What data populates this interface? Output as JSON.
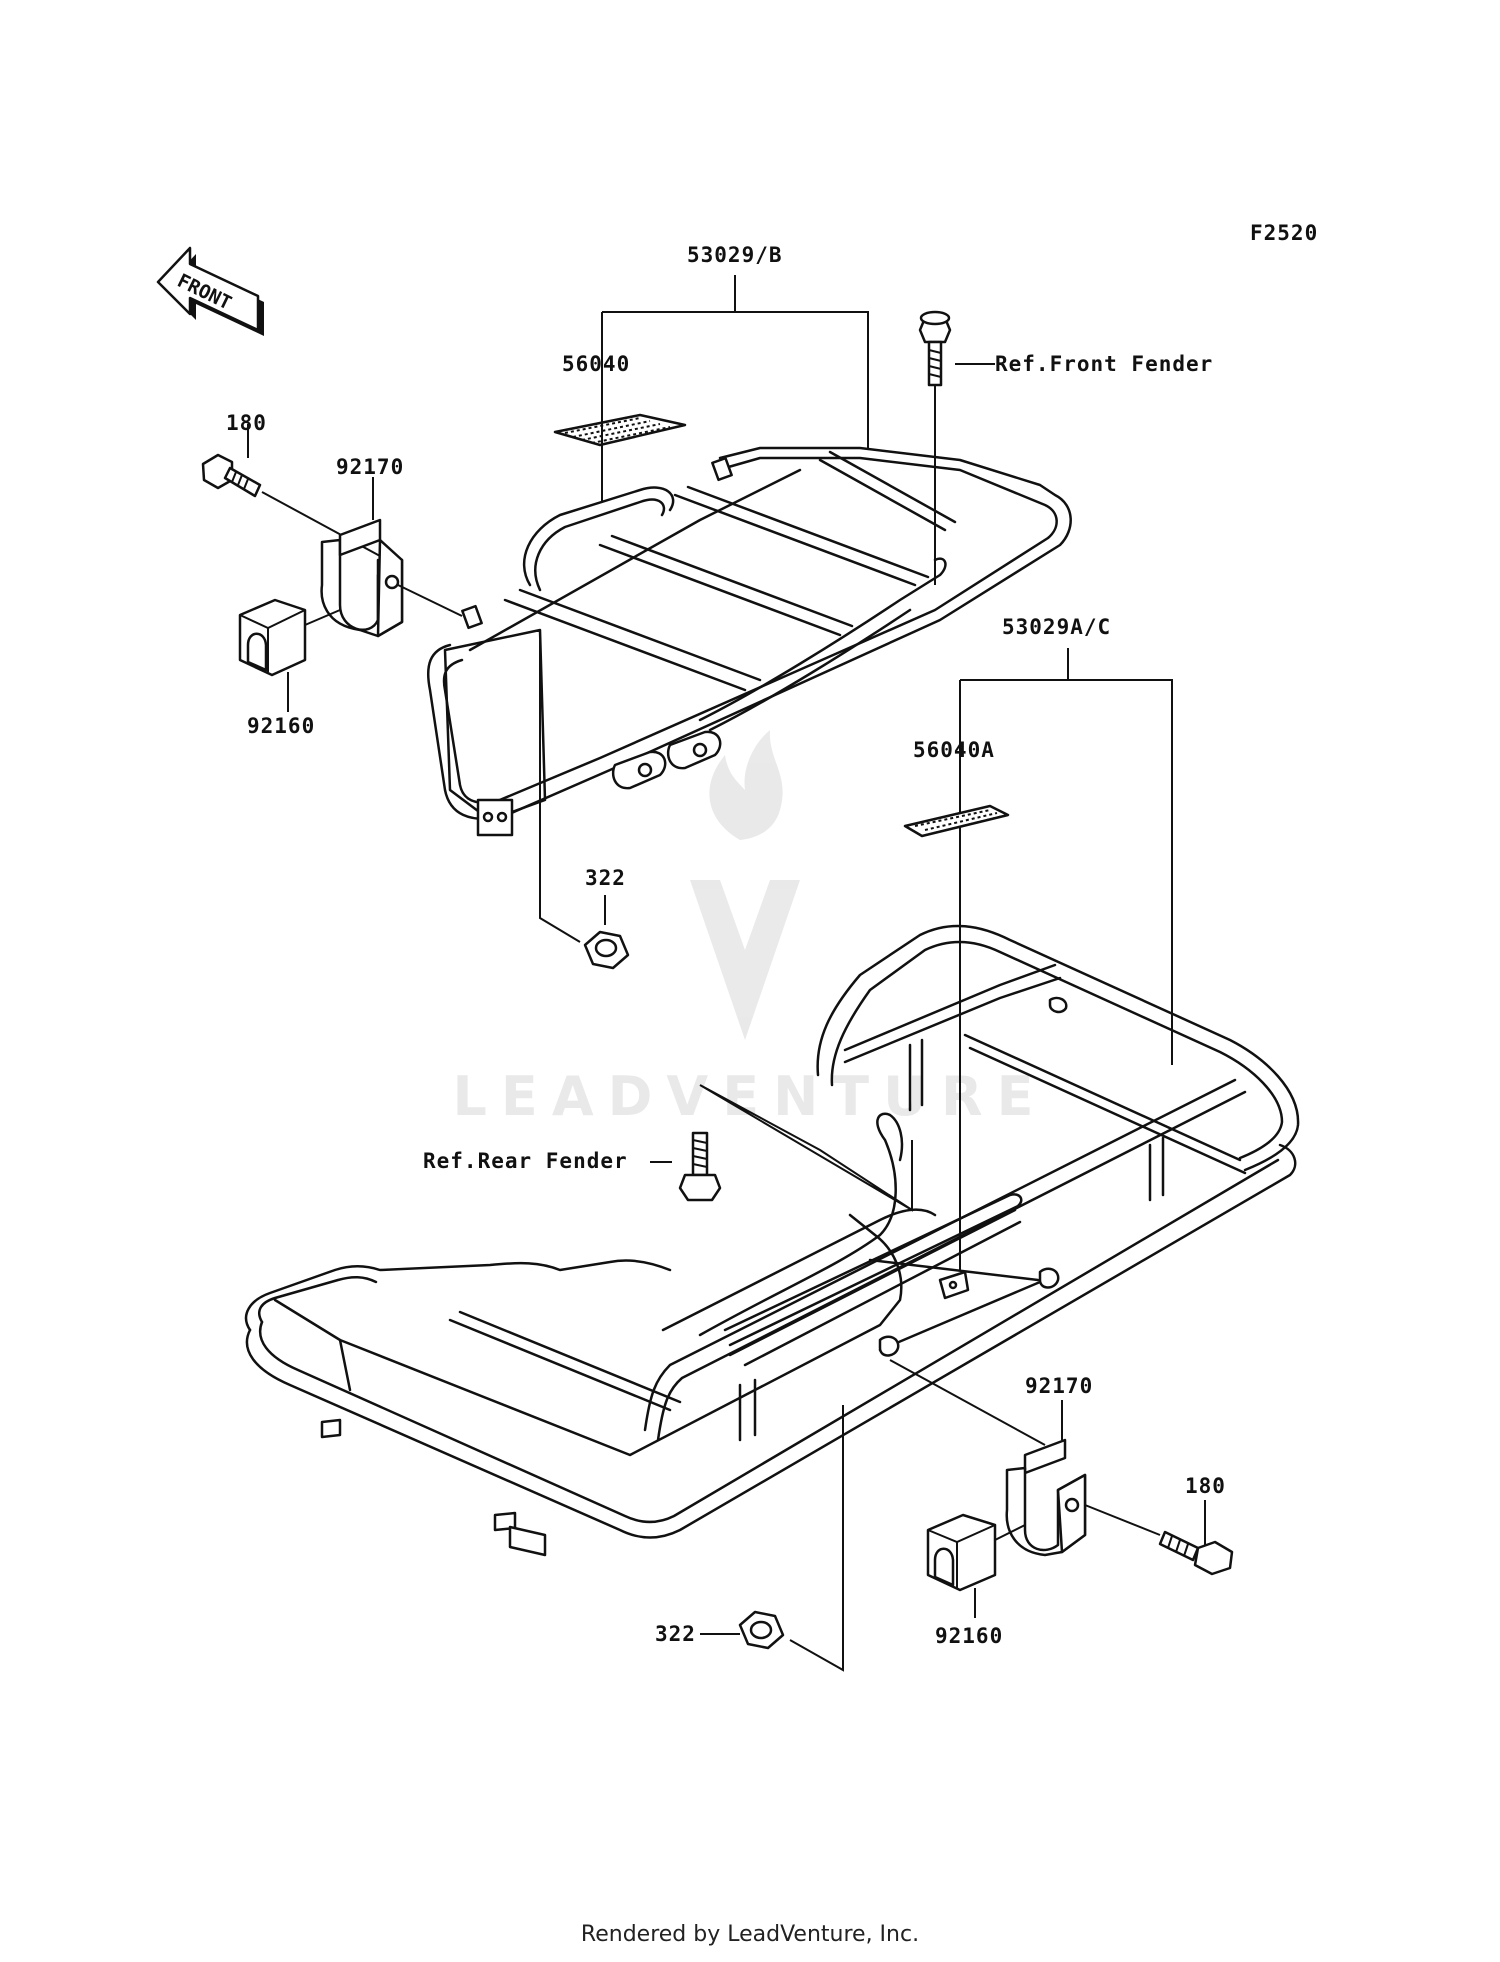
{
  "figure_code": "F2520",
  "front_arrow_label": "FRONT",
  "watermark": "LEADVENTURE",
  "footer": "Rendered by LeadVenture, Inc.",
  "callouts": {
    "front_carrier": "53029/B",
    "front_mat": "56040",
    "front_bolt_ref": "Ref.Front Fender",
    "front_bolt": "180",
    "front_clamp": "92170",
    "front_cushion": "92160",
    "front_nut": "322",
    "rear_carrier": "53029A/C",
    "rear_mat": "56040A",
    "rear_bolt_ref": "Ref.Rear Fender",
    "rear_clamp": "92170",
    "rear_bolt": "180",
    "rear_nut": "322",
    "rear_cushion": "92160"
  }
}
